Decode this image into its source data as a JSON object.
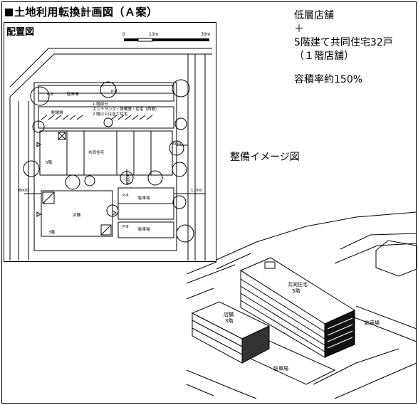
{
  "title": "土地利用転換計画図（Ａ案）",
  "inset": {
    "label": "配置図",
    "scale": {
      "zero": "0",
      "mid": "10m",
      "end": "30m"
    },
    "labels": {
      "p9_left": "P-9",
      "parking_top": "駐車場",
      "p9_right": "P-9",
      "bicycle": "駐輪場",
      "note_line1": "1 階部分",
      "note_line2": "エントランス・設備室・住宅（西側）",
      "note_line3": "2 階以上は全て住宅",
      "dim_3000": "3000",
      "floors_5": "5階",
      "housing": "共同住宅",
      "dim_6000": "6000",
      "dim_1000": "1,000",
      "dim_8000": "8000",
      "p8_top": "P-8",
      "parking_mid": "駐車場",
      "shop": "店舗",
      "floors_3": "3階",
      "p8_bottom": "P-8",
      "parking_bottom": "駐車場"
    }
  },
  "summary": {
    "line1": "低層店舗",
    "plus": "＋",
    "line2": "5階建て共同住宅32戸",
    "line3": "（１階店舗）",
    "far": "容積率約150%"
  },
  "image_label": "整備イメージ図",
  "perspective": {
    "housing_label": "共同住宅",
    "housing_floors": "5階",
    "shop_label": "店舗",
    "shop_floors": "3階",
    "parking_right": "駐車場",
    "parking_bottom": "駐車場"
  }
}
